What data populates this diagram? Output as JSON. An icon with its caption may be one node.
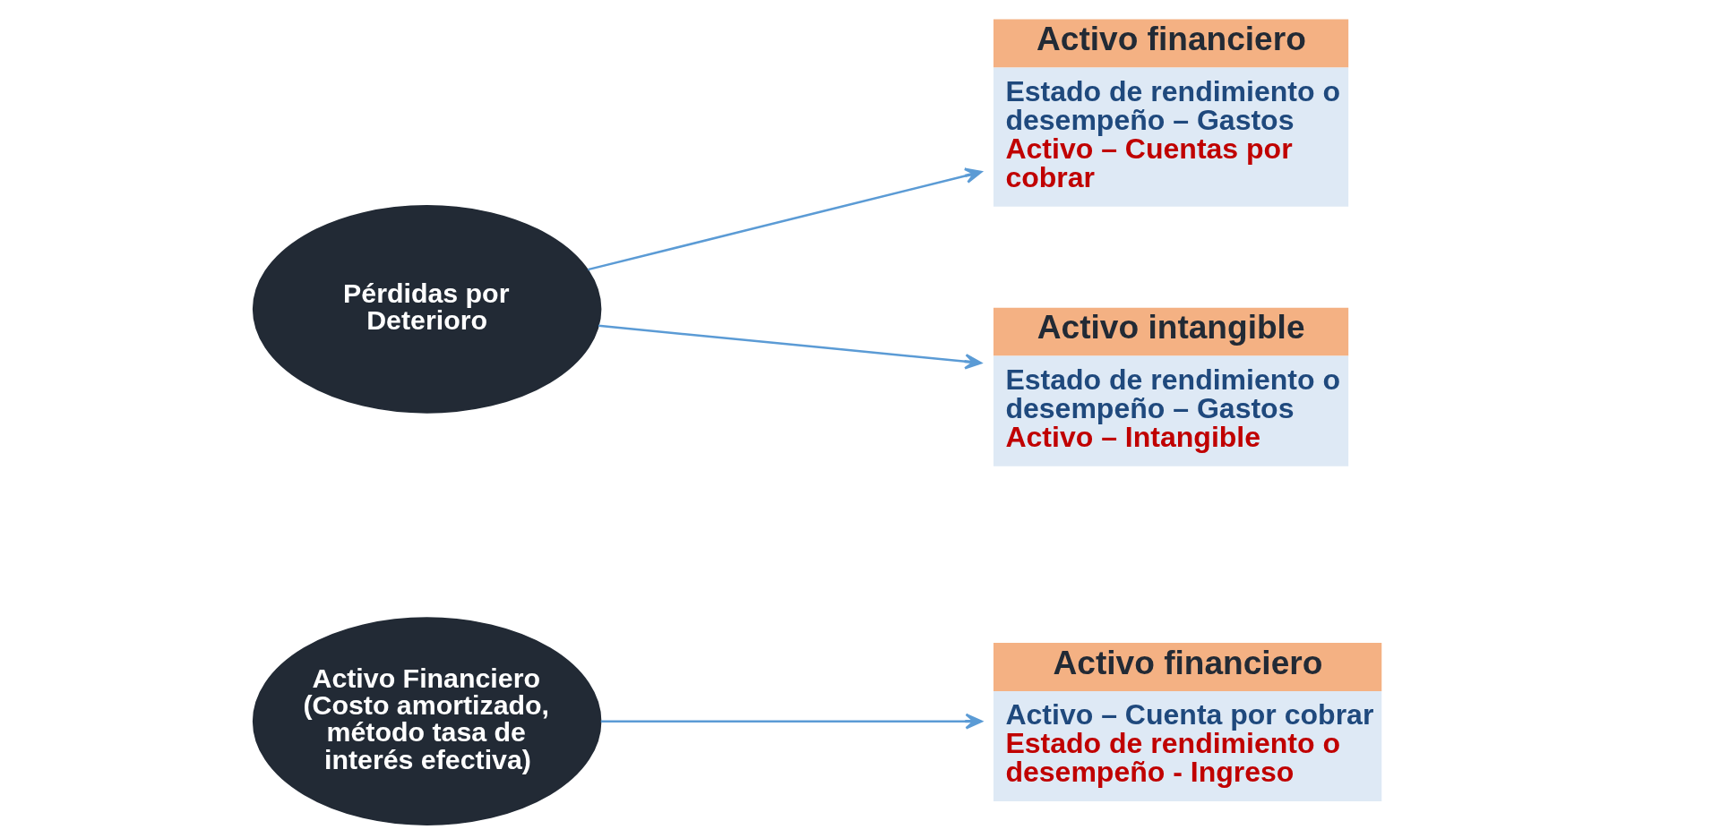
{
  "diagram": {
    "nodes": [
      {
        "text": [
          "Activo Financiero (Costo amortizado, método tasa de interés efectiva)"
        ]
      },
      {
        "text": [
          "Activo financiero",
          "Activo – Cuenta por cobrar",
          "Estado de rendimiento o desempeño - Ingreso"
        ]
      },
      {
        "text": [
          "Pérdidas por Deterioro"
        ]
      },
      {
        "text": [
          "Activo financiero",
          "Estado de rendimiento o desempeño – Gastos",
          "Activo – Cuentas por cobrar"
        ]
      },
      {
        "text": [
          "Activo intangible",
          "Estado de rendimiento o desempeño – Gastos",
          "Activo – Intangible"
        ]
      }
    ],
    "edges": [
      {
        "from": 0,
        "to": 1,
        "arrow": "to"
      },
      {
        "from": 2,
        "to": 3,
        "arrow": "to"
      },
      {
        "from": 2,
        "to": 4,
        "arrow": "to"
      }
    ]
  }
}
